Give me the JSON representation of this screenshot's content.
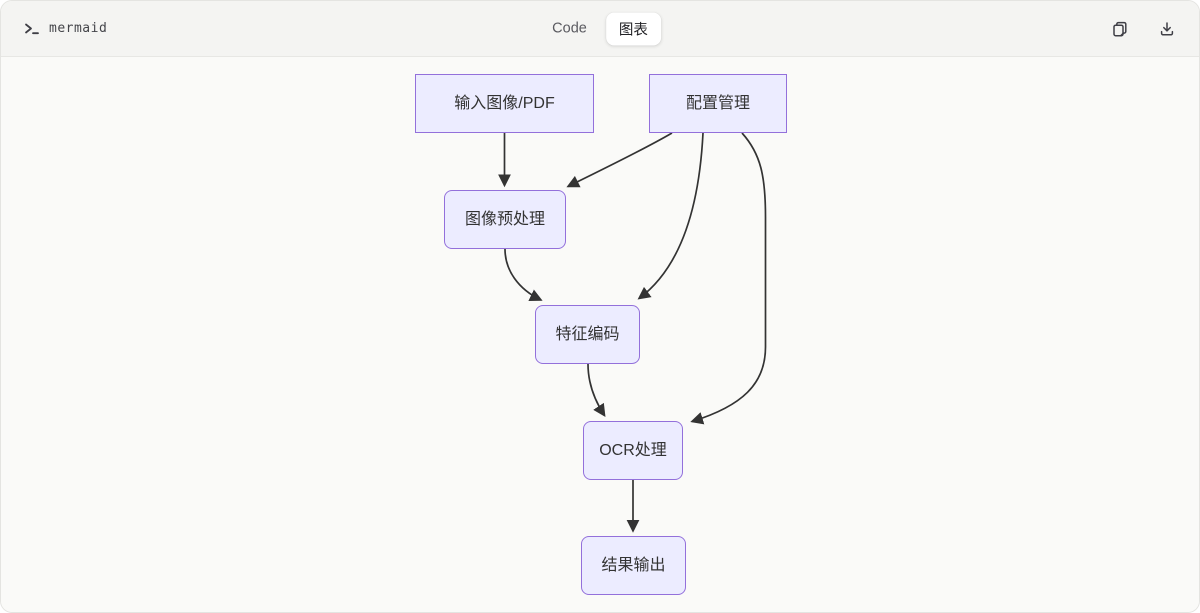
{
  "header": {
    "title": "mermaid",
    "tabs": [
      {
        "label": "Code",
        "active": false
      },
      {
        "label": "图表",
        "active": true
      }
    ],
    "actions": [
      {
        "name": "copy",
        "icon": "copy-icon"
      },
      {
        "name": "download",
        "icon": "download-icon"
      }
    ]
  },
  "diagram": {
    "type": "flowchart",
    "direction": "top-down",
    "nodes": [
      {
        "id": "A",
        "label": "输入图像/PDF",
        "shape": "rect"
      },
      {
        "id": "F",
        "label": "配置管理",
        "shape": "rect"
      },
      {
        "id": "B",
        "label": "图像预处理",
        "shape": "rounded"
      },
      {
        "id": "C",
        "label": "特征编码",
        "shape": "rounded"
      },
      {
        "id": "D",
        "label": "OCR处理",
        "shape": "rounded"
      },
      {
        "id": "E",
        "label": "结果输出",
        "shape": "rounded"
      }
    ],
    "edges": [
      {
        "from": "A",
        "to": "B"
      },
      {
        "from": "F",
        "to": "B"
      },
      {
        "from": "B",
        "to": "C"
      },
      {
        "from": "F",
        "to": "C"
      },
      {
        "from": "C",
        "to": "D"
      },
      {
        "from": "F",
        "to": "D"
      },
      {
        "from": "D",
        "to": "E"
      }
    ],
    "colors": {
      "node_fill": "#ECECFF",
      "node_border": "#9370DB",
      "edge": "#333333",
      "text": "#333333"
    }
  }
}
